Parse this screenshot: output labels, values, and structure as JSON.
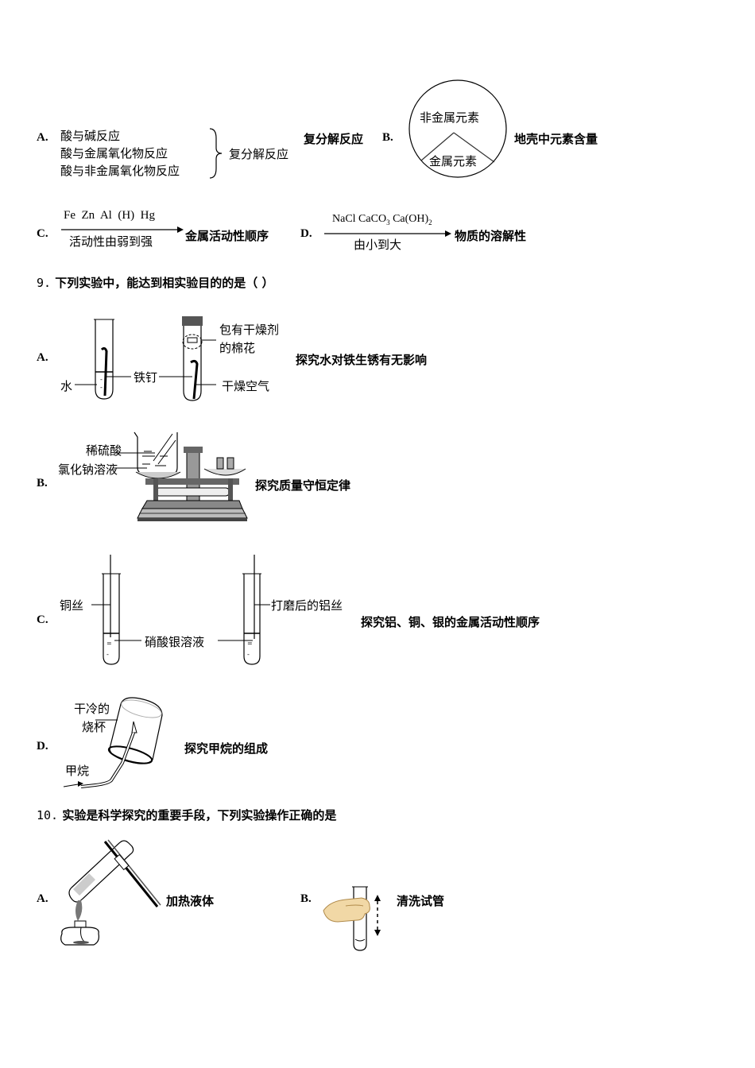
{
  "q8_options": {
    "A": {
      "letter": "A.",
      "lines": [
        "酸与碱反应",
        "酸与金属氧化物反应",
        "酸与非金属氧化物反应"
      ],
      "brace_label": "复分解反应",
      "caption": "复分解反应"
    },
    "B": {
      "letter": "B.",
      "circle_top": "非金属元素",
      "circle_bottom": "金属元素",
      "caption": "地壳中元素含量"
    },
    "C": {
      "letter": "C.",
      "above_arrow": "Fe  Zn  Al  (H)  Hg",
      "below_arrow": "活动性由弱到强",
      "caption": "金属活动性顺序"
    },
    "D": {
      "letter": "D.",
      "above_arrow_parts": [
        "NaCl CaCO",
        "3",
        " Ca(OH)",
        "2"
      ],
      "below_arrow": "由小到大",
      "caption": "物质的溶解性"
    }
  },
  "q9": {
    "number": "9.",
    "text": "下列实验中，能达到相实验目的的是（    ）",
    "options": {
      "A": {
        "letter": "A.",
        "labels": {
          "water": "水",
          "nail": "铁钉",
          "cotton1": "包有干燥剂",
          "cotton2": "的棉花",
          "dry_air": "干燥空气"
        },
        "caption": "探究水对铁生锈有无影响"
      },
      "B": {
        "letter": "B.",
        "labels": {
          "acid": "稀硫酸",
          "salt": "氯化钠溶液"
        },
        "caption": "探究质量守恒定律"
      },
      "C": {
        "letter": "C.",
        "labels": {
          "copper": "铜丝",
          "silver_nitrate": "硝酸银溶液",
          "aluminum": "打磨后的铝丝"
        },
        "caption": "探究铝、铜、银的金属活动性顺序"
      },
      "D": {
        "letter": "D.",
        "labels": {
          "beaker1": "干冷的",
          "beaker2": "烧杯",
          "methane": "甲烷"
        },
        "caption": "探究甲烷的组成"
      }
    }
  },
  "q10": {
    "number": "10.",
    "text": "实验是科学探究的重要手段，下列实验操作正确的是",
    "options": {
      "A": {
        "letter": "A.",
        "caption": "加热液体"
      },
      "B": {
        "letter": "B.",
        "caption": "清洗试管"
      }
    }
  },
  "colors": {
    "text": "#000000",
    "line": "#333333",
    "hand": "#f1d8a6",
    "hand_outline": "#b08a4a"
  }
}
